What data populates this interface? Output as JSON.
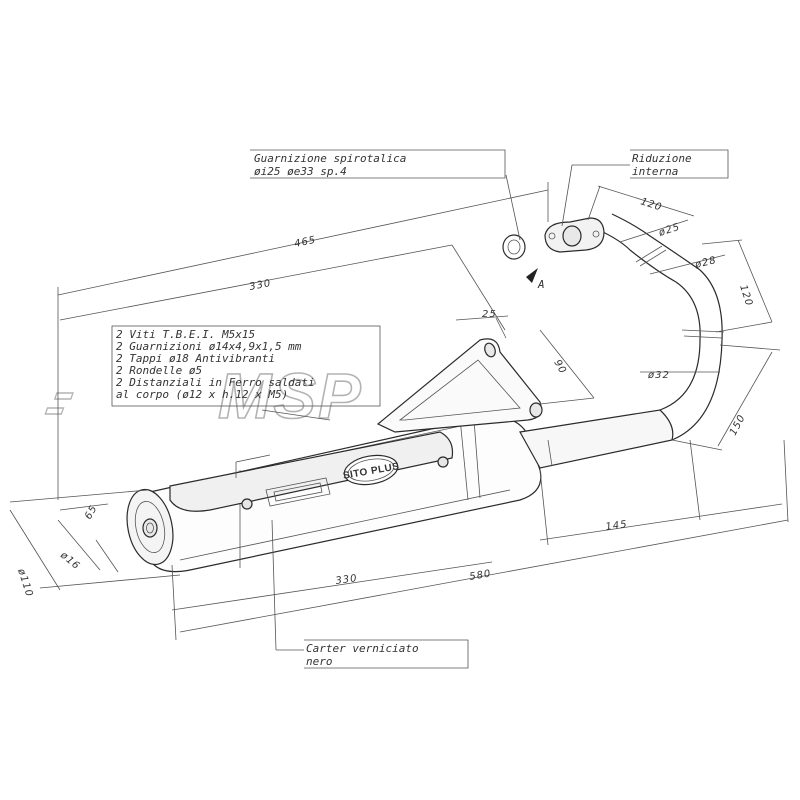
{
  "notes": {
    "gasket_line1": "Guarnizione spirotalica",
    "gasket_line2": "øi25  øe33  sp.4",
    "reduction_line1": "Riduzione",
    "reduction_line2": "interna",
    "kit_lines": [
      "2  Viti  T.B.E.I.  M5x15",
      "2  Guarnizioni  ø14x4,9x1,5  mm",
      "2  Tappi  ø18  Antivibranti",
      "2  Rondelle  ø5",
      "2  Distanziali  in  Ferro  saldati",
      "    al  corpo  (ø12  x  h.12  x  M5)"
    ],
    "carter_line1": "Carter  verniciato",
    "carter_line2": "nero"
  },
  "dimensions": {
    "d465": "465",
    "d330_top": "330",
    "d120_top": "120",
    "d25_flange": "ø25",
    "d28": "ø28",
    "d120_right": "120",
    "d25_bracket": "25",
    "d90": "90",
    "d32": "ø32",
    "d150": "150",
    "d145": "145",
    "d65": "65",
    "d16": "ø16",
    "d110": "ø110",
    "d330_bottom": "330",
    "d580": "580"
  },
  "view_label": "A",
  "logo_text": "SITO PLUS",
  "watermark": "MSP"
}
